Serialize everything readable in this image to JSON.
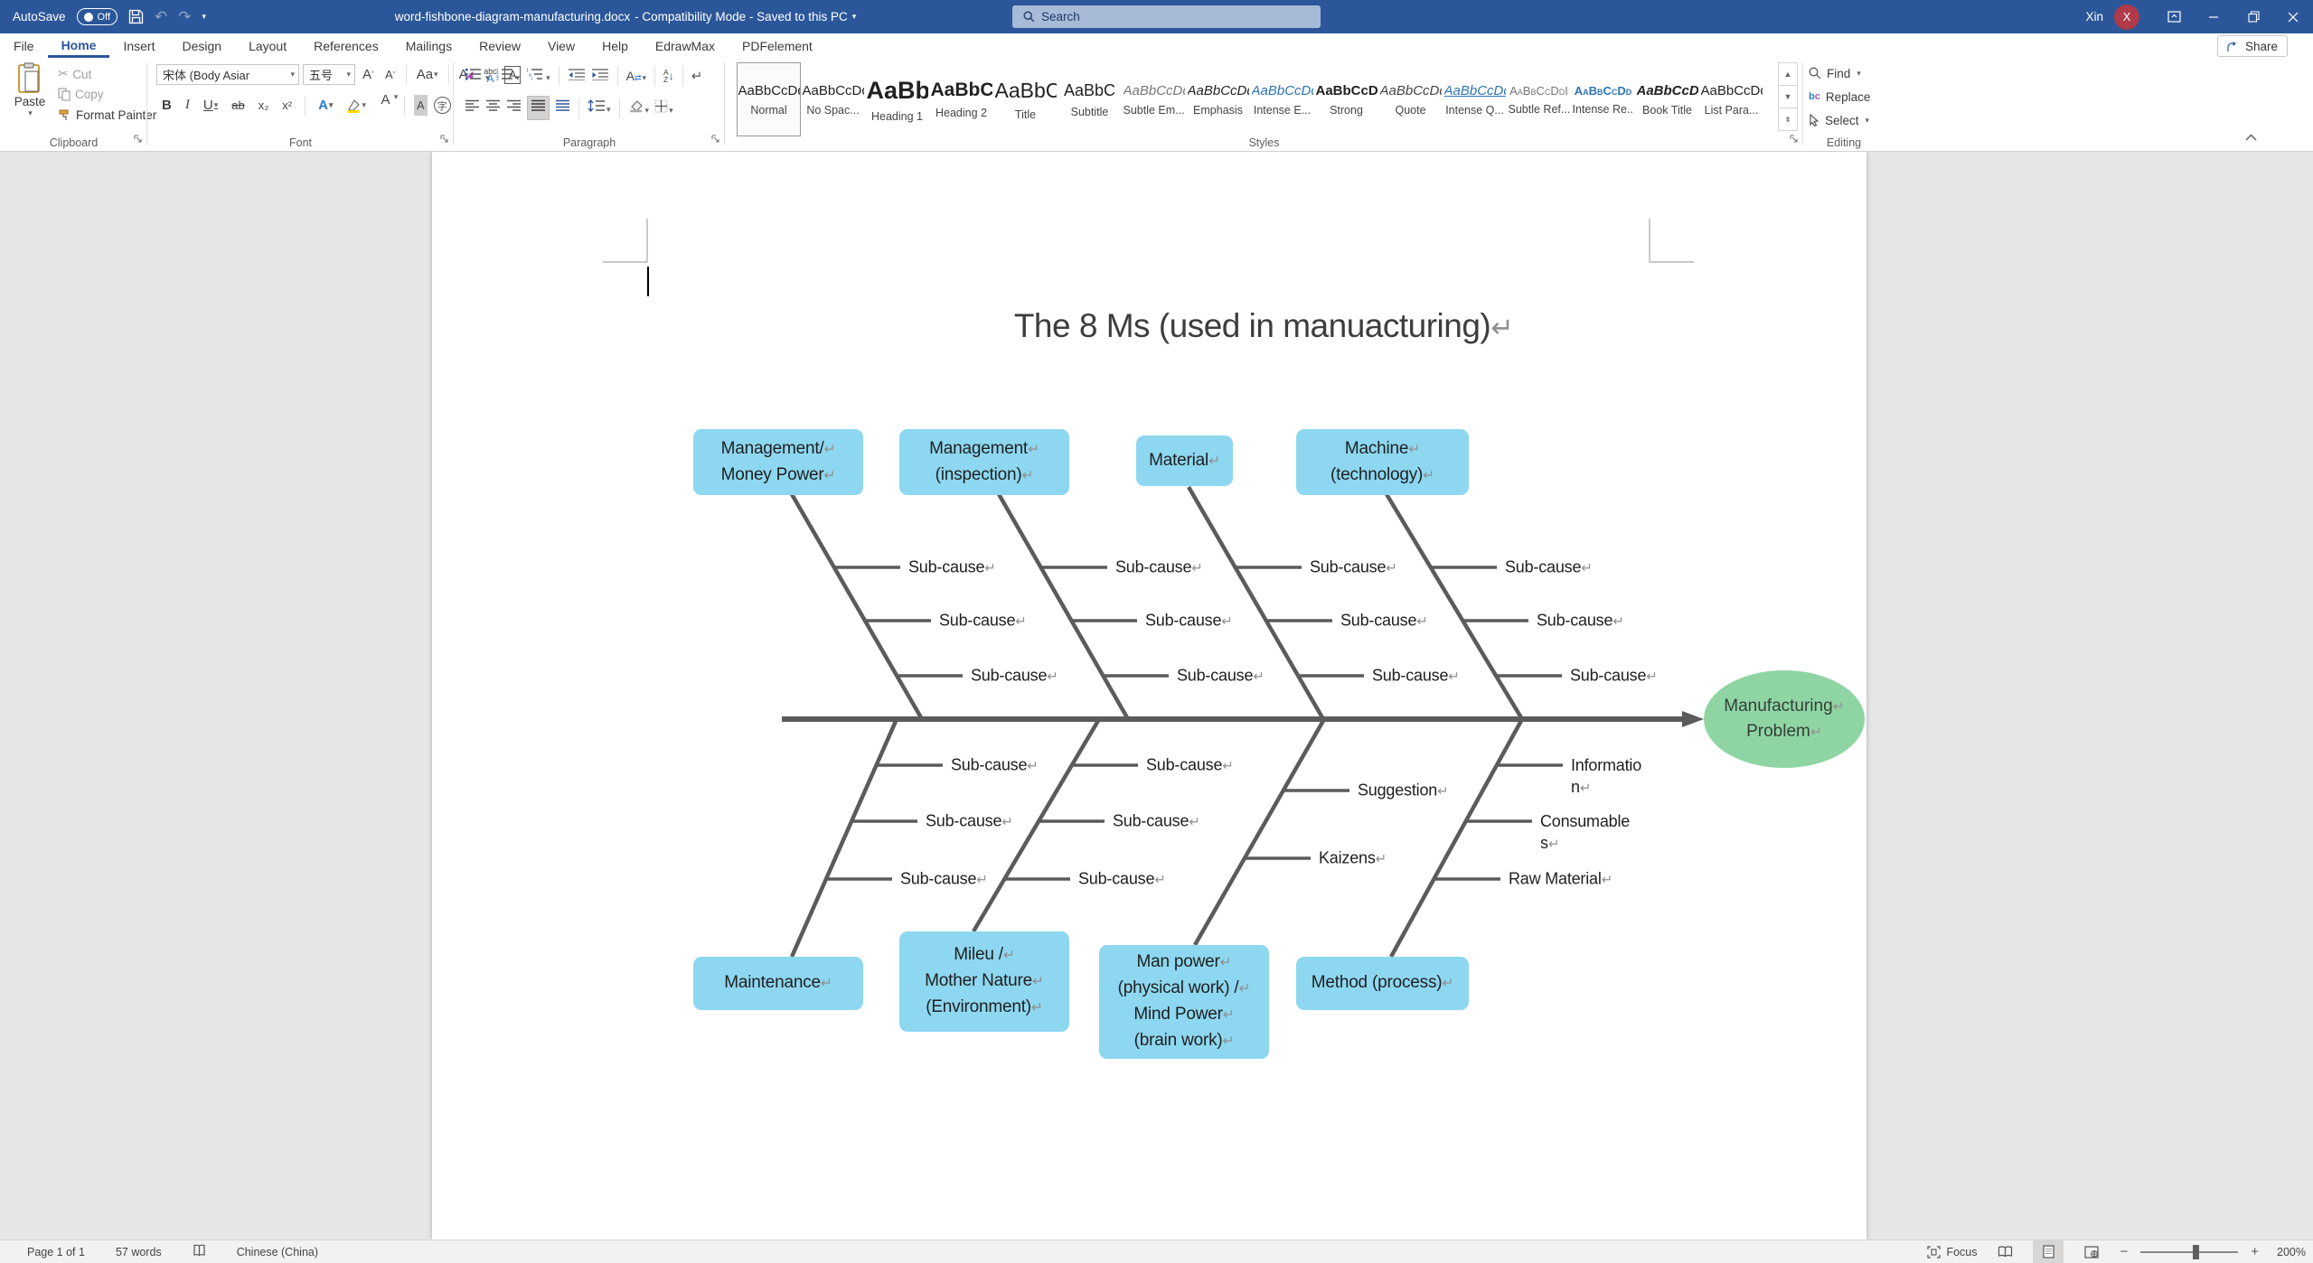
{
  "titlebar": {
    "autosave_label": "AutoSave",
    "autosave_state": "Off",
    "doc_title": "word-fishbone-diagram-manufacturing.docx",
    "doc_status": "- Compatibility Mode - Saved to this PC",
    "search_placeholder": "Search",
    "user_name": "Xin",
    "avatar_initial": "X"
  },
  "tabs": {
    "items": [
      "File",
      "Home",
      "Insert",
      "Design",
      "Layout",
      "References",
      "Mailings",
      "Review",
      "View",
      "Help",
      "EdrawMax",
      "PDFelement"
    ],
    "active": "Home",
    "share_label": "Share"
  },
  "ribbon": {
    "clipboard": {
      "label": "Clipboard",
      "paste": "Paste",
      "cut": "Cut",
      "copy": "Copy",
      "format_painter": "Format Painter"
    },
    "font": {
      "label": "Font",
      "font_name": "宋体 (Body Asiar",
      "font_size": "五号",
      "glyphs": {
        "bold": "B",
        "italic": "I",
        "underline": "U",
        "strike": "ab",
        "subscript": "x₂",
        "superscript": "x²",
        "grow": "A",
        "shrink": "A",
        "case": "Aa",
        "clear": "A",
        "phonetic": "abc",
        "charborder": "A",
        "effects": "A",
        "fontcolor": "A",
        "charshading": "A",
        "enclose": "字"
      }
    },
    "paragraph": {
      "label": "Paragraph",
      "sort_a": "A",
      "sort_z": "Z",
      "asian": "A",
      "mark": "↵"
    },
    "styles": {
      "label": "Styles",
      "items": [
        {
          "name": "Normal",
          "preview": "AaBbCcDd"
        },
        {
          "name": "No Spac...",
          "preview": "AaBbCcDd"
        },
        {
          "name": "Heading 1",
          "preview": "AaBb"
        },
        {
          "name": "Heading 2",
          "preview": "AaBbC"
        },
        {
          "name": "Title",
          "preview": "AaBbC"
        },
        {
          "name": "Subtitle",
          "preview": "AaBbC"
        },
        {
          "name": "Subtle Em...",
          "preview": "AaBbCcDd"
        },
        {
          "name": "Emphasis",
          "preview": "AaBbCcDd"
        },
        {
          "name": "Intense E...",
          "preview": "AaBbCcDd"
        },
        {
          "name": "Strong",
          "preview": "AaBbCcDd"
        },
        {
          "name": "Quote",
          "preview": "AaBbCcDd"
        },
        {
          "name": "Intense Q...",
          "preview": "AaBbCcDd"
        },
        {
          "name": "Subtle Ref...",
          "preview": "AaBbCcDdI"
        },
        {
          "name": "Intense Re...",
          "preview": "AaBbCcDd"
        },
        {
          "name": "Book Title",
          "preview": "AaBbCcDd"
        },
        {
          "name": "List Para...",
          "preview": "AaBbCcDd"
        }
      ]
    },
    "editing": {
      "label": "Editing",
      "find": "Find",
      "replace": "Replace",
      "select": "Select"
    }
  },
  "document": {
    "title": "The 8 Ms (used in manuacturing)",
    "return_mark": "↵",
    "fishbone": {
      "colors": {
        "cause_box": "#8dd7f0",
        "effect_box": "#8fd5a4",
        "line": "#5b5b5b"
      },
      "top_boxes": [
        {
          "lines": [
            "Management/",
            "Money Power"
          ]
        },
        {
          "lines": [
            "Management",
            "(inspection)"
          ]
        },
        {
          "lines": [
            "Material"
          ]
        },
        {
          "lines": [
            "Machine",
            "(technology)"
          ]
        }
      ],
      "bottom_boxes": [
        {
          "lines": [
            "Maintenance"
          ]
        },
        {
          "lines": [
            "Mileu /",
            "Mother Nature",
            "(Environment)"
          ]
        },
        {
          "lines": [
            "Man power",
            "(physical work) /",
            "Mind Power",
            "(brain work)"
          ]
        },
        {
          "lines": [
            "Method (process)"
          ]
        }
      ],
      "effect": {
        "lines": [
          "Manufacturing",
          "Problem"
        ]
      },
      "top_labels": [
        [
          "Sub-cause",
          "Sub-cause",
          "Sub-cause"
        ],
        [
          "Sub-cause",
          "Sub-cause",
          "Sub-cause"
        ],
        [
          "Sub-cause",
          "Sub-cause",
          "Sub-cause"
        ],
        [
          "Sub-cause",
          "Sub-cause",
          "Sub-cause"
        ]
      ],
      "bottom_labels": [
        [
          "Sub-cause",
          "Sub-cause",
          "Sub-cause"
        ],
        [
          "Sub-cause",
          "Sub-cause",
          "Sub-cause"
        ],
        [
          "Suggestion",
          "Kaizens"
        ],
        [
          "Information",
          "Consumables",
          "Raw Material"
        ]
      ]
    }
  },
  "statusbar": {
    "page": "Page 1 of 1",
    "words": "57 words",
    "language": "Chinese (China)",
    "focus": "Focus",
    "zoom": "200%"
  }
}
